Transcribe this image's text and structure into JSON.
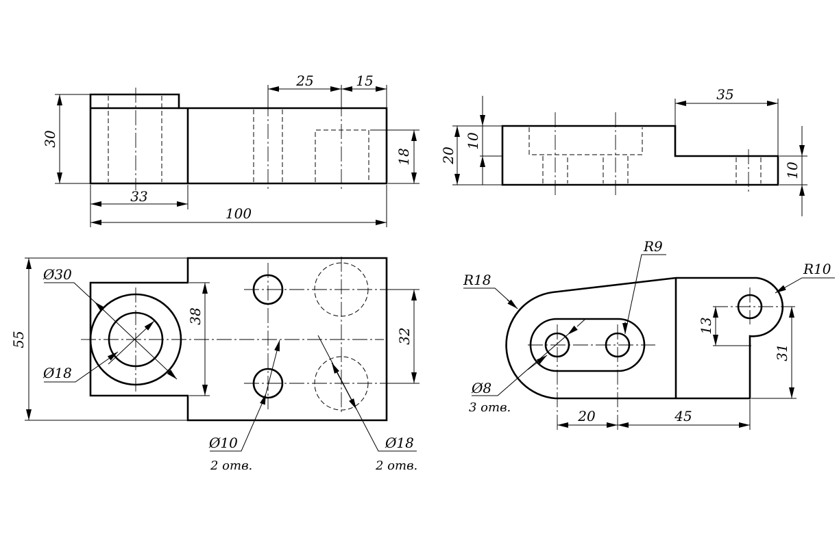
{
  "drawing": {
    "front": {
      "d30": "30",
      "d33": "33",
      "d100": "100",
      "d25": "25",
      "d15": "15",
      "d18": "18"
    },
    "side": {
      "d35": "35",
      "d20": "20",
      "d10a": "10",
      "d10b": "10"
    },
    "top": {
      "d55": "55",
      "d38": "38",
      "d32": "32",
      "dia30": "Ø30",
      "dia18": "Ø18",
      "dia10": "Ø10",
      "holes_note_a": "2 отв.",
      "dia18b": "Ø18",
      "holes_note_b": "2 отв."
    },
    "aux": {
      "r18": "R18",
      "r9": "R9",
      "r10": "R10",
      "dia8": "Ø8",
      "holes_note": "3 отв.",
      "d13": "13",
      "d31": "31",
      "d20": "20",
      "d45": "45"
    }
  },
  "colors": {
    "line": "#000000",
    "background": "#ffffff"
  }
}
